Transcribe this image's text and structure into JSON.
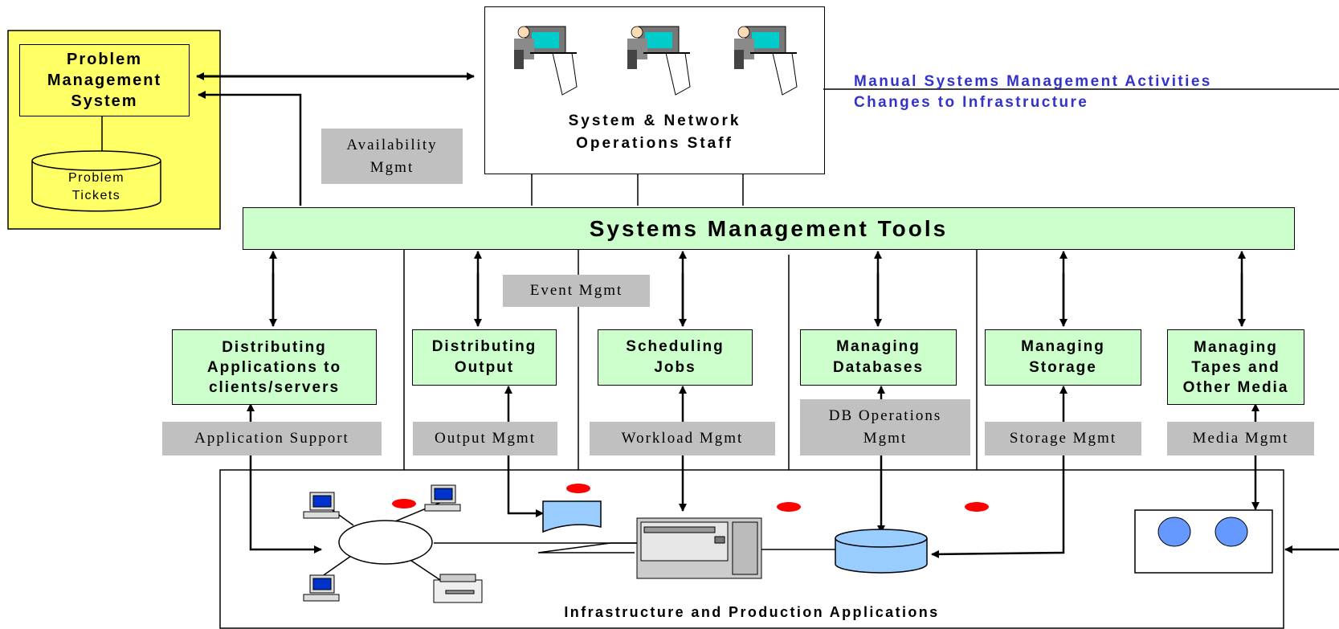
{
  "pms": {
    "title": "Problem\nManagement\nSystem",
    "tickets": "Problem\nTickets"
  },
  "operations": {
    "label": "System & Network\nOperations Staff"
  },
  "manual_activities": {
    "line1": "Manual Systems Management Activities",
    "line2": "Changes to Infrastructure"
  },
  "tools": {
    "label": "Systems Management Tools"
  },
  "mgmt_labels": {
    "availability": "Availability\nMgmt",
    "event": "Event Mgmt",
    "application": "Application Support",
    "output": "Output Mgmt",
    "workload": "Workload Mgmt",
    "db": "DB Operations\nMgmt",
    "storage": "Storage Mgmt",
    "media": "Media Mgmt"
  },
  "processes": [
    {
      "label": "Distributing\nApplications to\nclients/servers"
    },
    {
      "label": "Distributing\nOutput"
    },
    {
      "label": "Scheduling\nJobs"
    },
    {
      "label": "Managing\nDatabases"
    },
    {
      "label": "Managing\nStorage"
    },
    {
      "label": "Managing\nTapes and\nOther Media"
    }
  ],
  "infrastructure": {
    "label": "Infrastructure and Production Applications"
  },
  "colors": {
    "pms_bg": "#ffff66",
    "process_bg": "#ccffcc",
    "mgmt_bg": "#c0c0c0",
    "link_blue": "#3333cc",
    "event_red": "#ff0000",
    "storage_blue": "#99ccff"
  }
}
